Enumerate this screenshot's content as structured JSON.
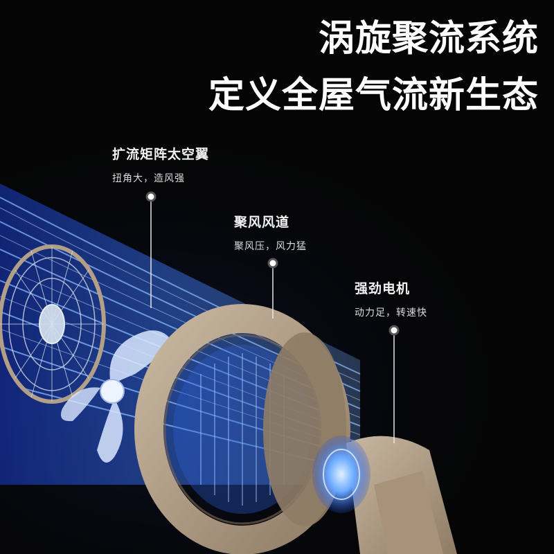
{
  "headline": {
    "line1": "涡旋聚流系统",
    "line2": "定义全屋气流新生态"
  },
  "callouts": [
    {
      "title": "扩流矩阵太空翼",
      "desc": "扭角大，造风强"
    },
    {
      "title": "聚风风道",
      "desc": "聚风压，风力猛"
    },
    {
      "title": "强劲电机",
      "desc": "动力足，转速快"
    }
  ],
  "colors": {
    "background": "#050505",
    "airflow": "#3d7cff",
    "fan_body": "#b29f88",
    "motor_glow": "#6aaaff"
  }
}
